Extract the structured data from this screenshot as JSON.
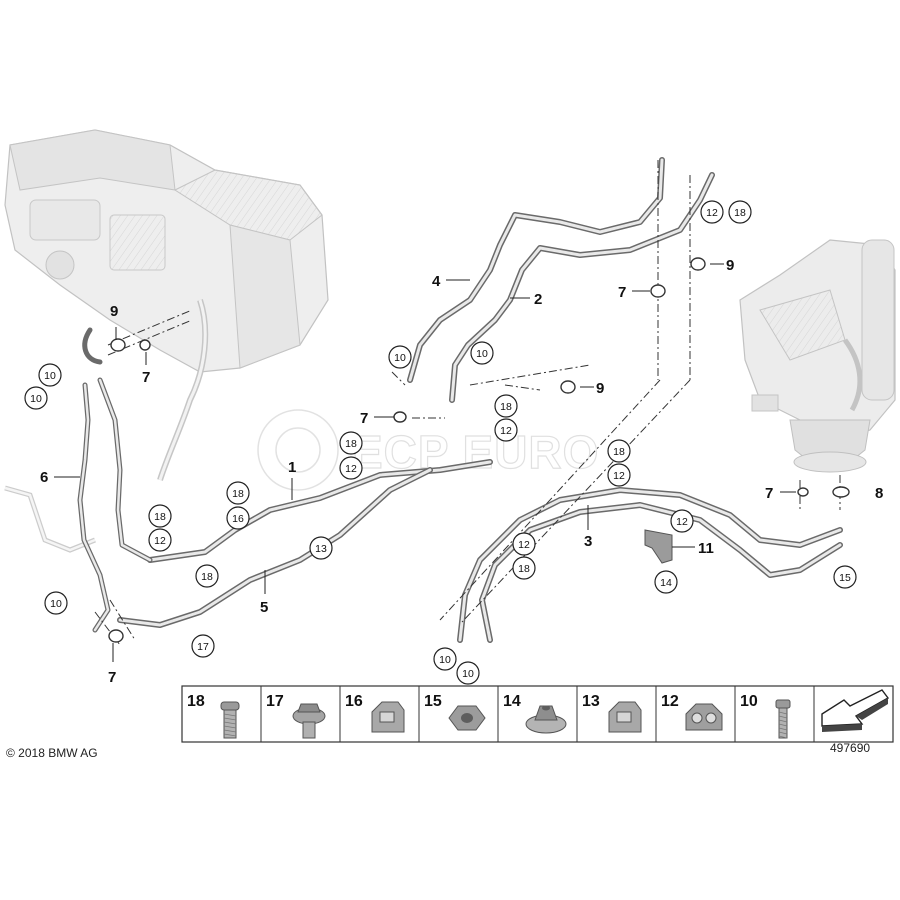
{
  "diagram": {
    "labels": {
      "l1": "1",
      "l2": "2",
      "l3": "3",
      "l4": "4",
      "l5": "5",
      "l6": "6",
      "l7a": "7",
      "l7b": "7",
      "l7c": "7",
      "l7d": "7",
      "l7e": "7",
      "l8": "8",
      "l9a": "9",
      "l9b": "9",
      "l9c": "9",
      "l11": "11"
    },
    "callouts": {
      "c10a": "10",
      "c10b": "10",
      "c10c": "10",
      "c10d": "10",
      "c10e": "10",
      "c10f": "10",
      "c10g": "10",
      "c12a": "12",
      "c18a": "18",
      "c18b": "18",
      "c12b": "12",
      "c18c": "18",
      "c12c": "12",
      "c18d": "18",
      "c16a": "16",
      "c18e": "18",
      "c12d": "12",
      "c13a": "13",
      "c18f": "18",
      "c17a": "17",
      "c18g": "18",
      "c12e": "12",
      "c12f": "12",
      "c12g": "12",
      "c18h": "18",
      "c14a": "14",
      "c15a": "15"
    },
    "parts_strip": [
      {
        "num": "18",
        "part": "bolt"
      },
      {
        "num": "17",
        "part": "collar-nut"
      },
      {
        "num": "16",
        "part": "clip"
      },
      {
        "num": "15",
        "part": "hex-nut"
      },
      {
        "num": "14",
        "part": "flange-nut"
      },
      {
        "num": "13",
        "part": "clip"
      },
      {
        "num": "12",
        "part": "pipe-holder"
      },
      {
        "num": "10",
        "part": "screw"
      },
      {
        "num": "",
        "part": "arrow"
      }
    ],
    "copyright": "© 2018 BMW AG",
    "diagram_number": "497690",
    "watermark": "ECP EURO"
  }
}
